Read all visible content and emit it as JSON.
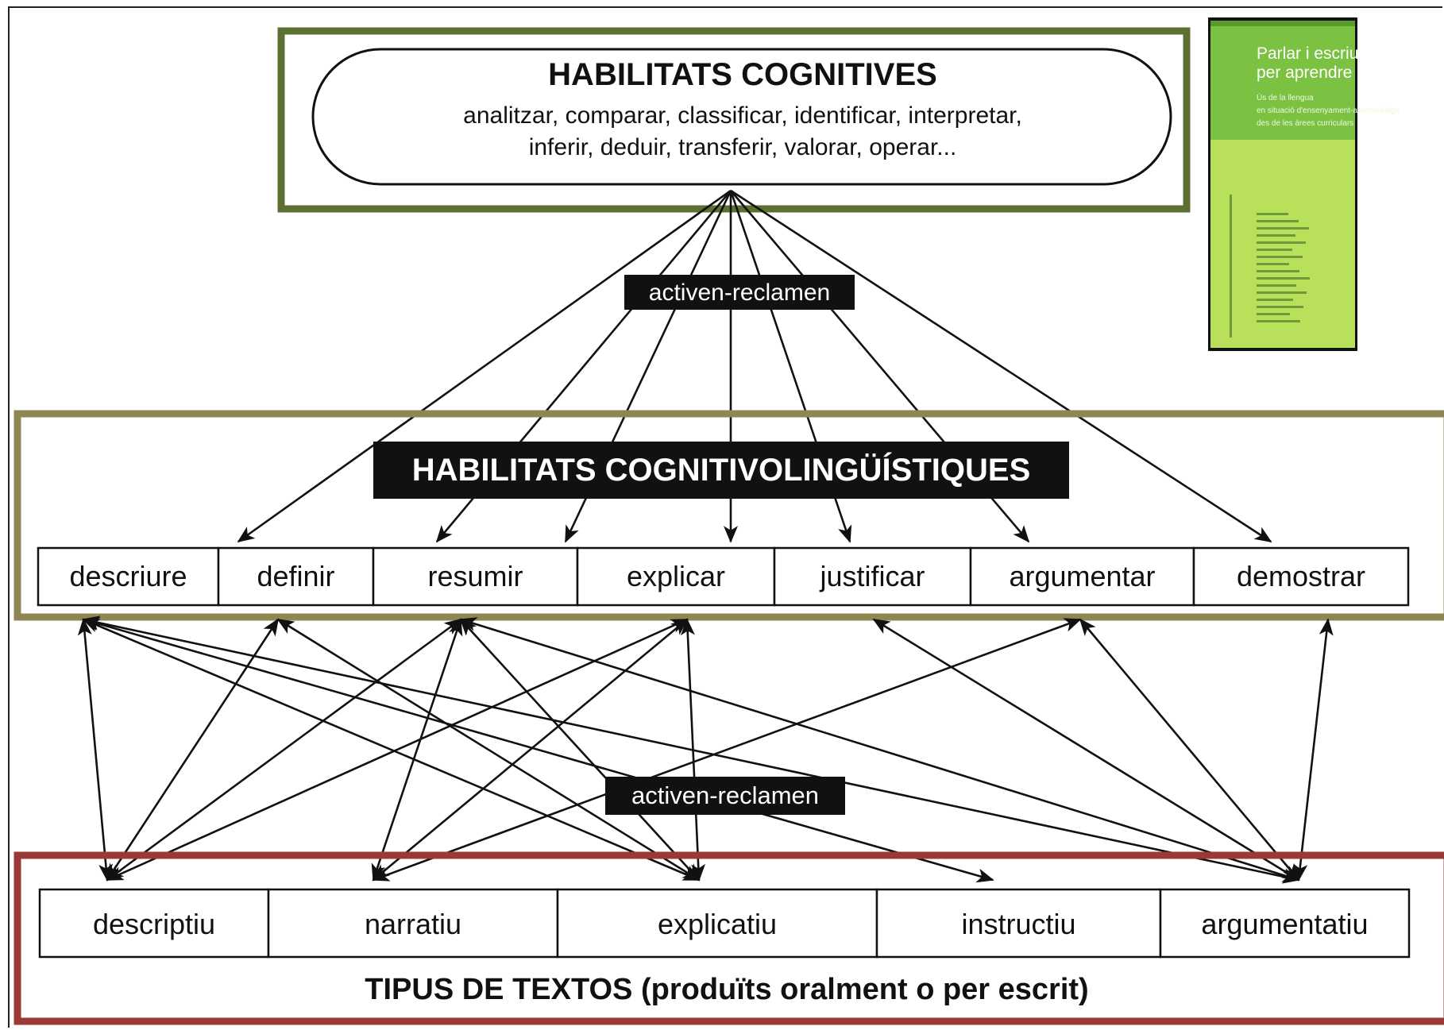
{
  "top": {
    "title": "HABILITATS COGNITIVES",
    "line1": "analitzar, comparar, classificar, identificar, interpretar,",
    "line2": "inferir, deduir, transferir, valorar, operar..."
  },
  "connector_label": "activen-reclamen",
  "middle": {
    "title": "HABILITATS COGNITIVOLINGÜÍSTIQUES",
    "skills": [
      "descriure",
      "definir",
      "resumir",
      "explicar",
      "justificar",
      "argumentar",
      "demostrar"
    ]
  },
  "bottom": {
    "types": [
      "descriptiu",
      "narratiu",
      "explicatiu",
      "instructiu",
      "argumentatiu"
    ],
    "caption": "TIPUS DE TEXTOS (produïts oralment o per escrit)"
  },
  "book": {
    "title_line1": "Parlar i escriure",
    "title_line2": "per aprendre",
    "sub_line1": "Ús de la llengua",
    "sub_line2": "en situació d'ensenyament-aprenentatge",
    "sub_line3": "des de les àrees curriculars"
  },
  "colors": {
    "top_frame": "#5b7031",
    "middle_frame": "#8e8754",
    "bottom_frame": "#9a3a36",
    "book_green": "#7cc242",
    "book_light": "#b8e05b",
    "label_bg": "#111111"
  }
}
